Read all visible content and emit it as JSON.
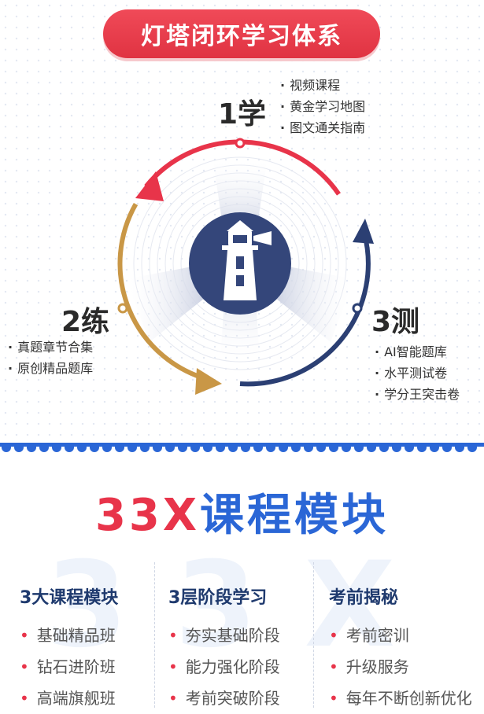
{
  "header": {
    "title": "灯塔闭环学习体系"
  },
  "stages": [
    {
      "label": "1学",
      "items": [
        "视频课程",
        "黄金学习地图",
        "图文通关指南"
      ]
    },
    {
      "label": "2练",
      "items": [
        "真题章节合集",
        "原创精品题库"
      ]
    },
    {
      "label": "3测",
      "items": [
        "AI智能题库",
        "水平测试卷",
        "学分王突击卷"
      ]
    }
  ],
  "module": {
    "title_red": "33X",
    "title_blue": "课程模块",
    "watermark": "33X",
    "columns": [
      {
        "title": "3大课程模块",
        "items": [
          "基础精品班",
          "钻石进阶班",
          "高端旗舰班"
        ]
      },
      {
        "title": "3层阶段学习",
        "items": [
          "夯实基础阶段",
          "能力强化阶段",
          "考前突破阶段"
        ]
      },
      {
        "title": "考前揭秘",
        "items": [
          "考前密训",
          "升级服务",
          "每年不断创新优化"
        ]
      }
    ]
  },
  "colors": {
    "red": "#e8344a",
    "gold": "#c99746",
    "navy": "#2b3f73",
    "blue": "#2a66d6"
  },
  "icons": [
    "lighthouse-icon",
    "cycle-arrows"
  ]
}
